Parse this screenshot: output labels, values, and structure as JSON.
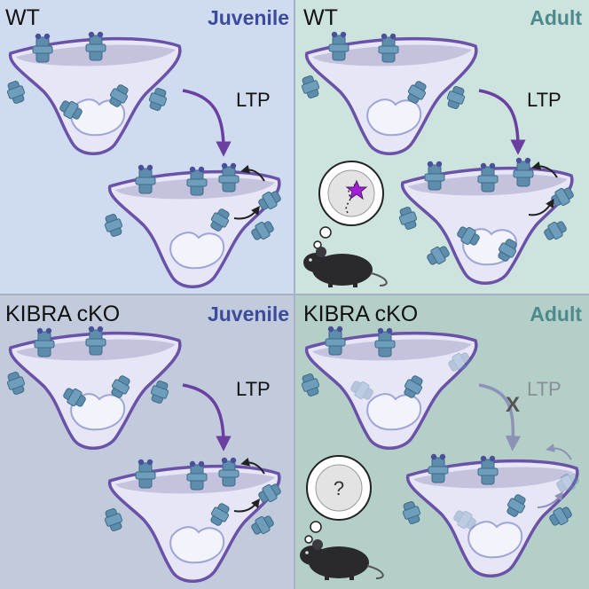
{
  "panels": {
    "wt_juvenile": {
      "genotype": "WT",
      "age": "Juvenile",
      "process": "LTP"
    },
    "wt_adult": {
      "genotype": "WT",
      "age": "Adult",
      "process": "LTP"
    },
    "ko_juvenile": {
      "genotype": "KIBRA cKO",
      "age": "Juvenile",
      "process": "LTP"
    },
    "ko_adult": {
      "genotype": "KIBRA cKO",
      "age": "Adult",
      "process": "LTP",
      "blocked_marker": "X",
      "memory_marker": "?"
    }
  },
  "colors": {
    "juvenile_bg": "#cfdcf0",
    "adult_bg": "#cde3dd",
    "ko_juvenile_bg": "#c1cbdc",
    "ko_adult_bg": "#b4cfc8",
    "juvenile_accent": "#3e4a9c",
    "adult_accent": "#4d8a8d",
    "arrow": "#6b3fa0",
    "spine_outline": "#6a52a8",
    "receptor": "#5d8cac",
    "receptor_cap": "#4a4f9a",
    "star": "#a51ed8"
  },
  "icons": [
    "ampa-receptor-icon",
    "curved-arrow-icon",
    "mouse-icon",
    "thought-bubble-icon",
    "star-icon"
  ]
}
